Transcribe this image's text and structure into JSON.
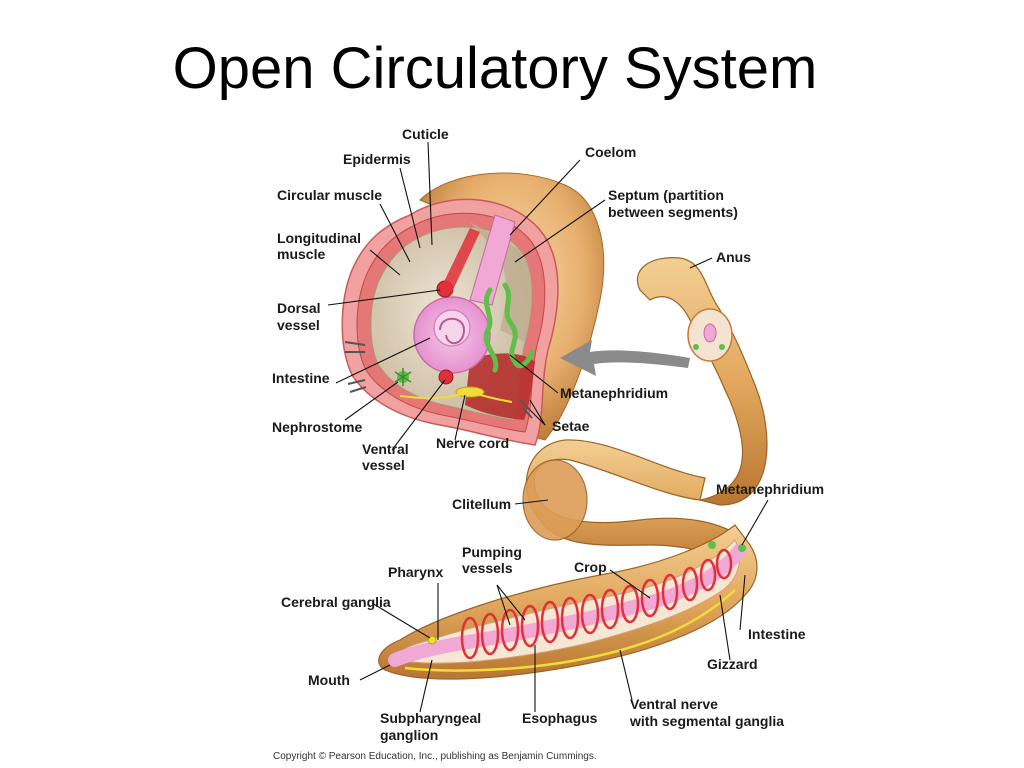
{
  "slide": {
    "title": "Open Circulatory System",
    "copyright": "Copyright © Pearson Education, Inc., publishing as Benjamin Cummings."
  },
  "labels": {
    "cuticle": "Cuticle",
    "epidermis": "Epidermis",
    "circular_muscle": "Circular muscle",
    "longitudinal_muscle_1": "Longitudinal",
    "longitudinal_muscle_2": "muscle",
    "dorsal_vessel_1": "Dorsal",
    "dorsal_vessel_2": "vessel",
    "intestine_cross": "Intestine",
    "nephrostome": "Nephrostome",
    "ventral_vessel_1": "Ventral",
    "ventral_vessel_2": "vessel",
    "nerve_cord": "Nerve cord",
    "coelom": "Coelom",
    "septum_1": "Septum (partition",
    "septum_2": "between segments)",
    "anus": "Anus",
    "metanephridium_cross": "Metanephridium",
    "setae": "Setae",
    "clitellum": "Clitellum",
    "metanephridium_body": "Metanephridium",
    "pumping_vessels_1": "Pumping",
    "pumping_vessels_2": "vessels",
    "pharynx": "Pharynx",
    "crop": "Crop",
    "cerebral_ganglia": "Cerebral ganglia",
    "intestine_body": "Intestine",
    "gizzard": "Gizzard",
    "mouth": "Mouth",
    "subpharyngeal_1": "Subpharyngeal",
    "subpharyngeal_2": "ganglion",
    "esophagus": "Esophagus",
    "ventral_nerve_1": "Ventral nerve",
    "ventral_nerve_2": "with segmental ganglia"
  },
  "colors": {
    "worm_body": "#e8b070",
    "worm_ring": "#b7783c",
    "cuticle_pink": "#f09a9a",
    "muscle_red": "#d9534f",
    "coelom_fill": "#ddd2bf",
    "intestine_pink": "#f3a6d6",
    "vessel_red": "#e0303a",
    "nerve_yellow": "#f2dc3a",
    "nephridium_green": "#5fbf4a",
    "arrow_gray": "#8a8a8a"
  }
}
